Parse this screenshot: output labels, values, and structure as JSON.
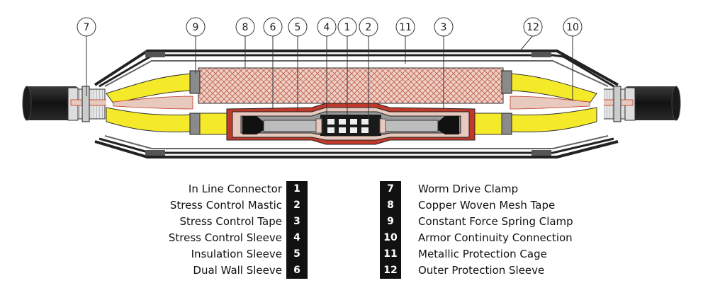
{
  "callouts": [
    {
      "num": "7"
    },
    {
      "num": "9"
    },
    {
      "num": "8"
    },
    {
      "num": "6"
    },
    {
      "num": "5"
    },
    {
      "num": "4"
    },
    {
      "num": "1"
    },
    {
      "num": "2"
    },
    {
      "num": "11"
    },
    {
      "num": "3"
    },
    {
      "num": "12"
    },
    {
      "num": "10"
    }
  ],
  "legend_left": [
    {
      "num": "1",
      "label": "In Line Connector"
    },
    {
      "num": "2",
      "label": "Stress Control Mastic"
    },
    {
      "num": "3",
      "label": "Stress Control Tape"
    },
    {
      "num": "4",
      "label": "Stress Control Sleeve"
    },
    {
      "num": "5",
      "label": "Insulation Sleeve"
    },
    {
      "num": "6",
      "label": "Dual Wall Sleeve"
    }
  ],
  "legend_right": [
    {
      "num": "7",
      "label": "Worm Drive Clamp"
    },
    {
      "num": "8",
      "label": "Copper Woven Mesh Tape"
    },
    {
      "num": "9",
      "label": "Constant Force Spring Clamp"
    },
    {
      "num": "10",
      "label": "Armor Continuity Connection"
    },
    {
      "num": "11",
      "label": "Metallic Protection Cage"
    },
    {
      "num": "12",
      "label": "Outer Protection Sleeve"
    }
  ],
  "colors": {
    "cable_black": "#1a1a1a",
    "yellow_insulation": "#f5ea2a",
    "copper_mesh": "#e8c9bd",
    "mesh_line": "#c0392b",
    "sleeve_red": "#c0392b",
    "grey_sleeve": "#9a9a9a",
    "outline": "#222222"
  }
}
